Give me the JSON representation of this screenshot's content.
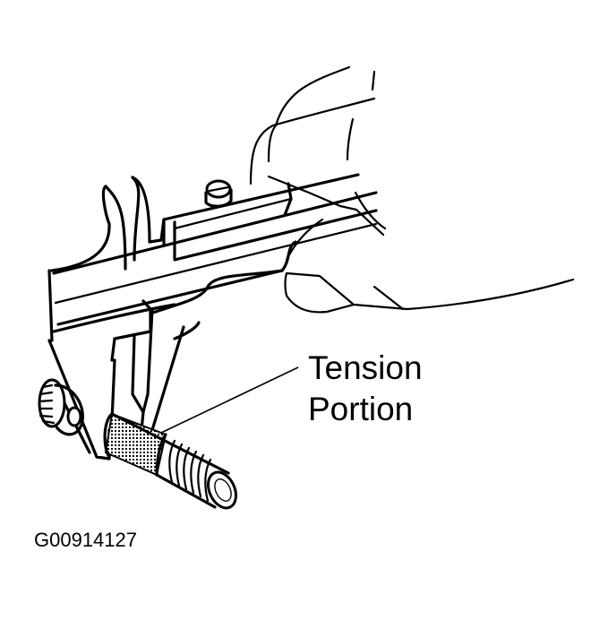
{
  "figure": {
    "callout": {
      "line1": "Tension",
      "line2": "Portion",
      "text": "Tension\nPortion"
    },
    "figure_id": "G00914127",
    "subjects": [
      "hand",
      "vernier-caliper",
      "bolt"
    ],
    "colors": {
      "line": "#000000",
      "background": "#ffffff"
    }
  }
}
